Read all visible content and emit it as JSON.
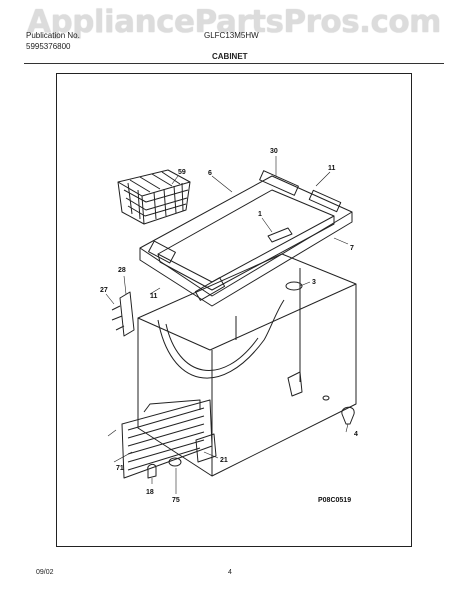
{
  "watermark": "AppliancePartsPros.com",
  "header": {
    "line1_left": "Publication No.",
    "line2_left": "5995376800",
    "model": "GLFC13M5HW",
    "section_title": "CABINET"
  },
  "callouts": {
    "c30": "30",
    "c6": "6",
    "c11_top": "11",
    "c59": "59",
    "c1": "1",
    "c7": "7",
    "c28": "28",
    "c27": "27",
    "c11_left": "11",
    "c3": "3",
    "c4": "4",
    "c21": "21",
    "c71": "71",
    "c18": "18",
    "c75": "75"
  },
  "figure_code": "P08C0519",
  "footer": {
    "date": "09/02",
    "page": "4"
  }
}
